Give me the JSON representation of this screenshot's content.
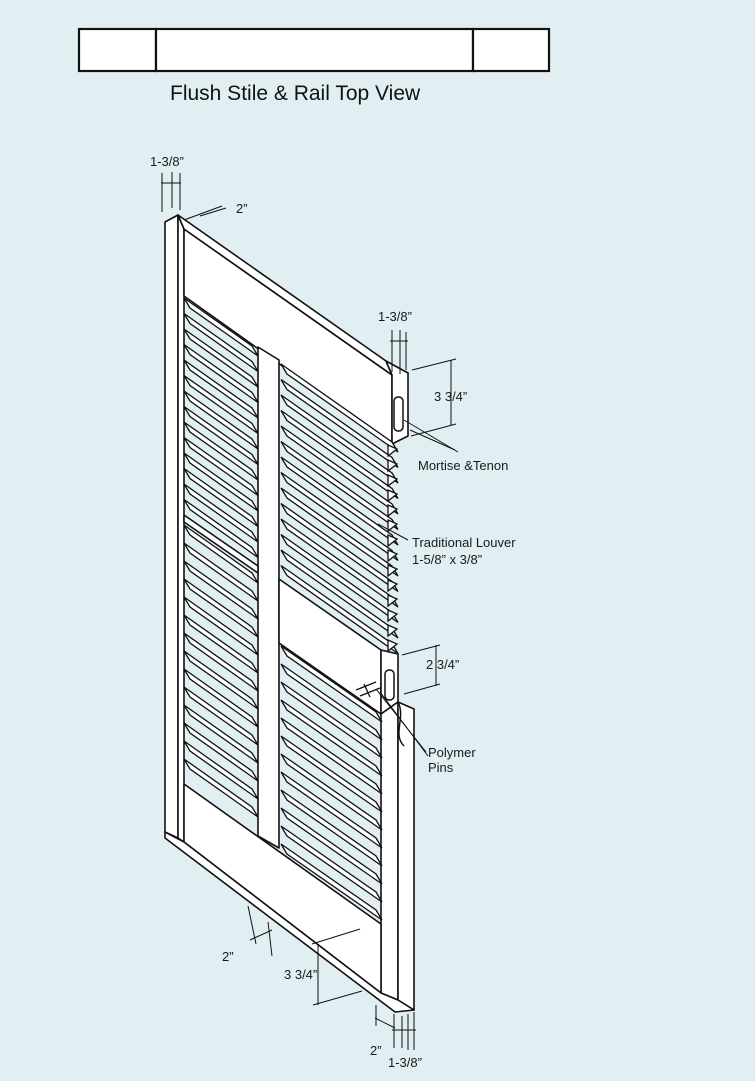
{
  "top_view": {
    "title": "Flush Stile & Rail Top View"
  },
  "dimensions": {
    "top_stile_thickness": "1-3/8”",
    "top_stile_width": "2”",
    "rail_thickness": "1-3/8”",
    "top_rail_height": "3 3/4”",
    "mid_rail_height": "2 3/4”",
    "bottom_stile_width": "2”",
    "bottom_rail_height": "3 3/4”",
    "bottom_stile_width_2": "2”",
    "bottom_stile_thickness": "1-3/8”"
  },
  "callouts": {
    "mortise": "Mortise &Tenon",
    "louver_name": "Traditional Louver",
    "louver_size": "1-5/8” x 3/8”",
    "pins_line1": "Polymer",
    "pins_line2": "Pins"
  },
  "colors": {
    "background": "#e1eff3",
    "panel": "#ffffff",
    "ink": "#111111"
  }
}
